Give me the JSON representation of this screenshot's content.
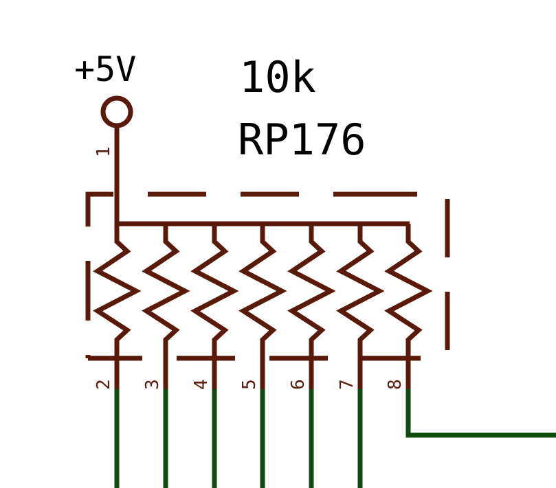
{
  "power_label": "+5V",
  "component": {
    "value": "10k",
    "reference": "RP176"
  },
  "pins": [
    "1",
    "2",
    "3",
    "4",
    "5",
    "6",
    "7",
    "8"
  ],
  "colors": {
    "symbol": "#5a1a0a",
    "wire": "#0f4a0f",
    "text": "#000000",
    "background": "#ffffff"
  }
}
